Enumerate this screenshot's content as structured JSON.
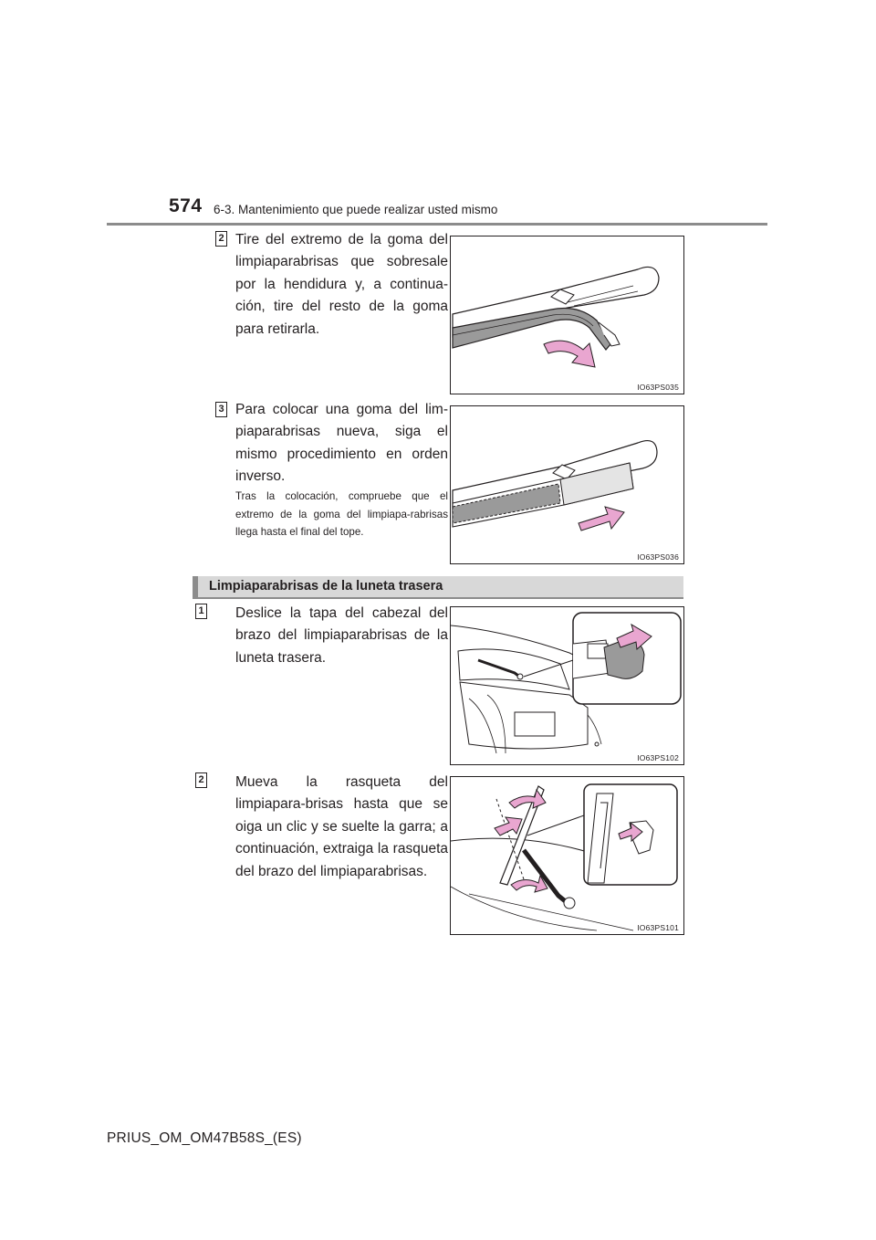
{
  "header": {
    "page_number": "574",
    "section": "6-3. Mantenimiento que puede realizar usted mismo"
  },
  "steps_a": [
    {
      "number": "2",
      "text": "Tire del extremo de la goma del limpiaparabrisas que sobresale por la hendidura y, a continua-ción, tire del resto de la goma para retirarla.",
      "figure_code": "IO63PS035"
    },
    {
      "number": "3",
      "text": "Para colocar una goma del lim-piaparabrisas nueva, siga el mismo procedimiento en orden inverso.",
      "note": "Tras la colocación, compruebe que el extremo de la goma del limpiapa-rabrisas llega hasta el final del tope.",
      "figure_code": "IO63PS036"
    }
  ],
  "subsection": {
    "title": "Limpiaparabrisas de la luneta trasera"
  },
  "steps_b": [
    {
      "number": "1",
      "text": "Deslice la tapa del cabezal del brazo del limpiaparabrisas de la luneta trasera.",
      "figure_code": "IO63PS102"
    },
    {
      "number": "2",
      "text": "Mueva la rasqueta del limpiapara-brisas hasta que se oiga un clic y se suelte la garra; a continuación, extraiga la rasqueta del brazo del limpiaparabrisas.",
      "figure_code": "IO63PS101"
    }
  ],
  "footer": {
    "code": "PRIUS_OM_OM47B58S_(ES)"
  },
  "colors": {
    "arrow_pink": "#e9a6d0",
    "rubber_gray": "#9a9a9a",
    "rule_gray": "#8c8c8c",
    "bar_gray": "#d8d8d8"
  }
}
